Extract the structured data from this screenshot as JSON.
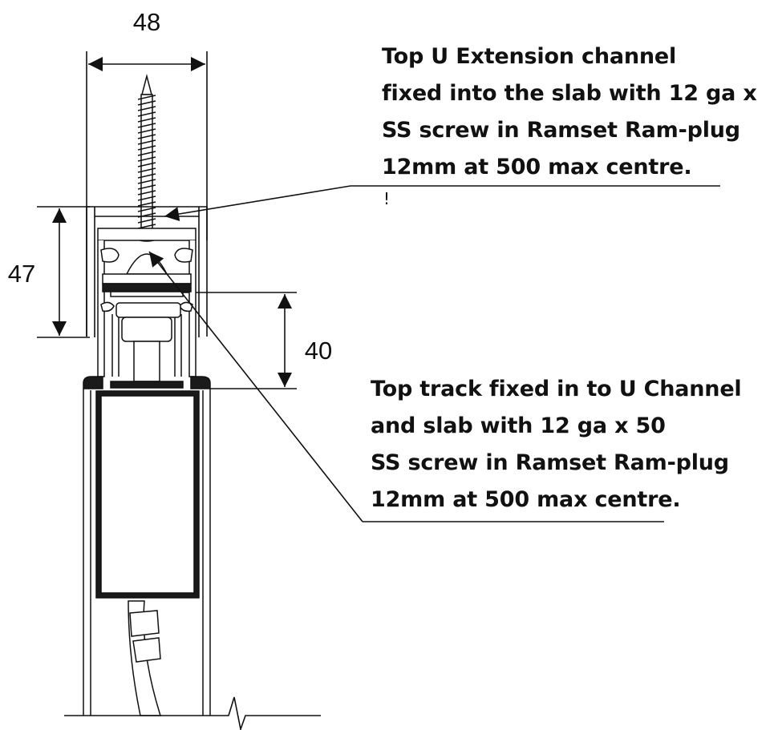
{
  "dimensions": {
    "width_label": "48",
    "channel_height_label": "47",
    "track_gap_label": "40"
  },
  "notes": {
    "top_u_channel": {
      "lines": [
        "Top U Extension channel",
        "fixed into the slab with 12 ga x",
        "SS screw in Ramset Ram-plug",
        "12mm at 500 max centre."
      ]
    },
    "top_track": {
      "lines": [
        "Top track fixed in to U Channel",
        "and slab with 12 ga x 50",
        "SS screw in Ramset Ram-plug",
        "12mm at 500 max centre."
      ]
    },
    "stray_mark": "!"
  },
  "colors": {
    "line": "#111111",
    "fill_dark": "#1a1a1a",
    "fill_light": "#ffffff"
  }
}
